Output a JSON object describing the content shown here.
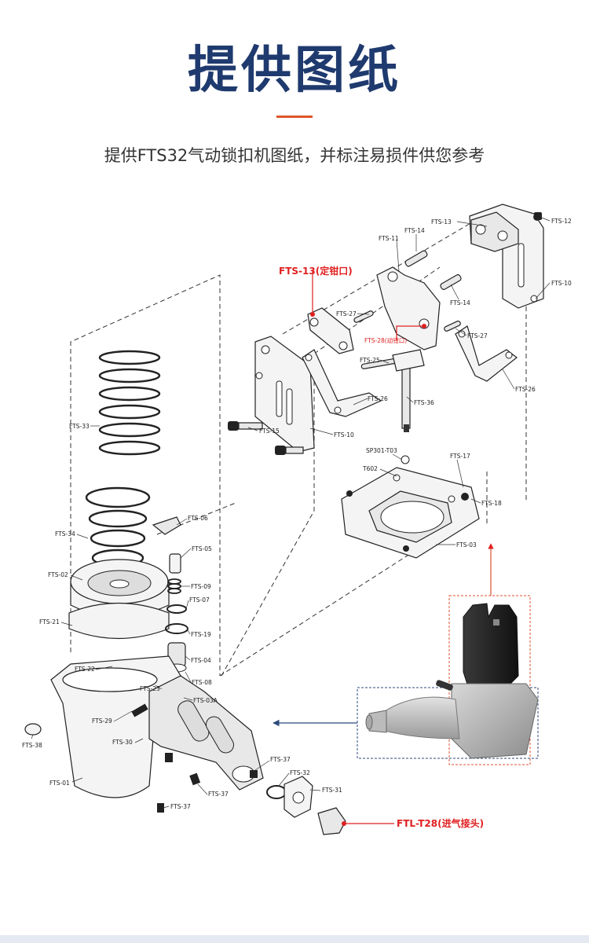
{
  "header": {
    "title": "提供图纸",
    "subtitle": "提供FTS32气动锁扣机图纸，并标注易损件供您参考"
  },
  "colors": {
    "title": "#1f3a6e",
    "accent": "#e0562a",
    "highlight_red": "#e02020",
    "arrow_blue": "#2c4a7c"
  },
  "callouts": {
    "fixed_jaw": "FTS-13(定钳口)",
    "moving_jaw": "FTS-28(动钳口)",
    "air_inlet": "FTL-T28(进气接头)"
  },
  "labels": {
    "fts12": "FTS-12",
    "fts13": "FTS-13",
    "fts14a": "FTS-14",
    "fts11": "FTS-11",
    "fts10a": "FTS-10",
    "fts14b": "FTS-14",
    "fts27a": "FTS-27",
    "fts27b": "FTS-27",
    "fts25": "FTS-25",
    "fts26a": "FTS-26",
    "fts26b": "FTS-26",
    "fts36": "FTS-36",
    "fts15": "FTS-15",
    "fts10b": "FTS-10",
    "sp301": "SP301-T03",
    "t602": "T602",
    "fts17": "FTS-17",
    "fts18": "FTS-18",
    "fts03": "FTS-03",
    "fts33": "FTS-33",
    "fts06": "FTS-06",
    "fts34": "FTS-34",
    "fts05": "FTS-05",
    "fts02": "FTS-02",
    "fts09": "FTS-09",
    "fts07": "FTS-07",
    "fts21": "FTS-21",
    "fts19": "FTS-19",
    "fts04": "FTS-04",
    "fts22": "FTS-22",
    "fts08": "FTS-08",
    "fts23": "FTS-23",
    "fts03a": "FTS-03A",
    "fts29": "FTS-29",
    "fts30": "FTS-30",
    "fts38": "FTS-38",
    "fts01": "FTS-01",
    "fts37a": "FTS-37",
    "fts32": "FTS-32",
    "fts31": "FTS-31",
    "fts37b": "FTS-37",
    "fts37c": "FTS-37"
  }
}
